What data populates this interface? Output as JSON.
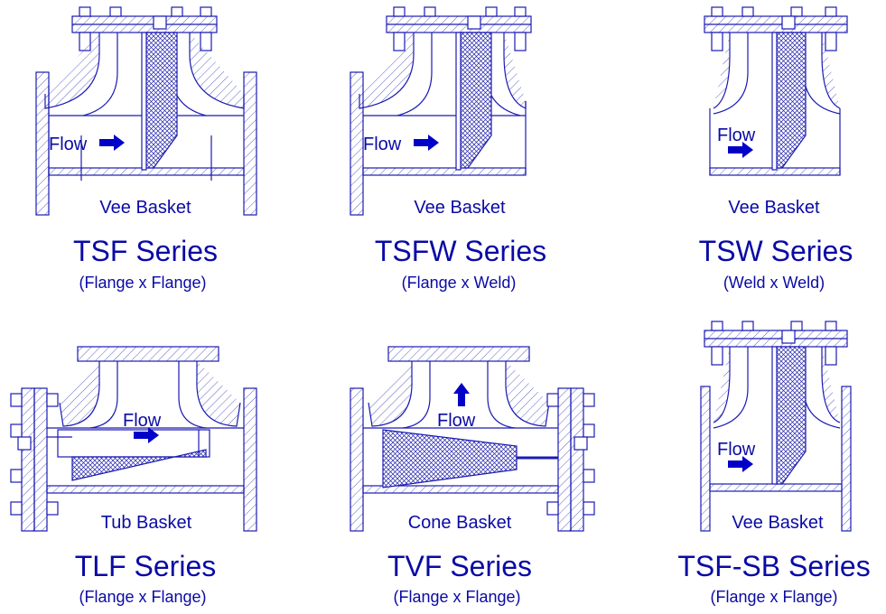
{
  "colors": {
    "line": "#1a1ab4",
    "text": "#0a0aa5",
    "arrow": "#0000c8",
    "hatch": "#3a3ab8",
    "mesh": "#2222aa",
    "bg": "#ffffff"
  },
  "flow_label": "Flow",
  "strainers": [
    {
      "id": "tsf",
      "basket": "Vee Basket",
      "series": "TSF Series",
      "connection": "(Flange x Flange)"
    },
    {
      "id": "tsfw",
      "basket": "Vee Basket",
      "series": "TSFW Series",
      "connection": "(Flange x Weld)"
    },
    {
      "id": "tsw",
      "basket": "Vee Basket",
      "series": "TSW Series",
      "connection": "(Weld x Weld)"
    },
    {
      "id": "tlf",
      "basket": "Tub Basket",
      "series": "TLF Series",
      "connection": "(Flange x Flange)"
    },
    {
      "id": "tvf",
      "basket": "Cone Basket",
      "series": "TVF Series",
      "connection": "(Flange x Flange)"
    },
    {
      "id": "tsf-sb",
      "basket": "Vee Basket",
      "series": "TSF-SB Series",
      "connection": "(Flange x Flange)"
    }
  ]
}
